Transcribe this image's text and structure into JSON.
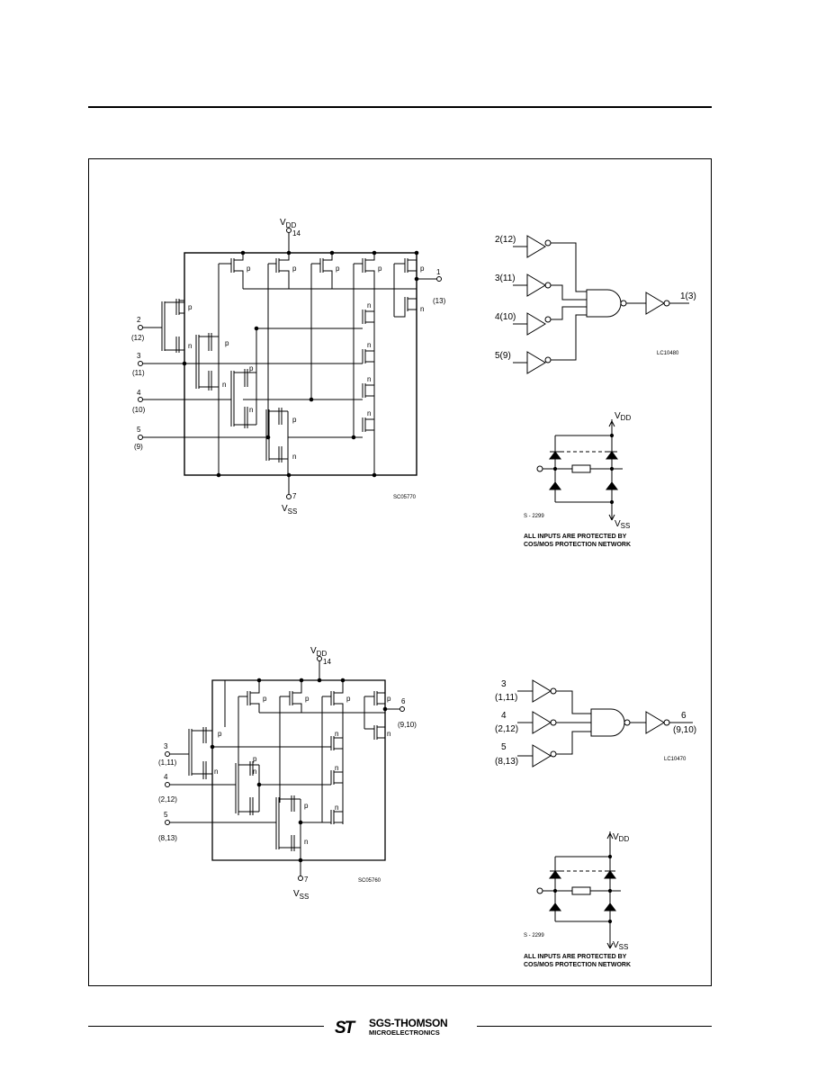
{
  "d1": {
    "vdd": "V",
    "vdd_sub": "DD",
    "vdd_pin": "14",
    "vss": "V",
    "vss_sub": "SS",
    "vss_pin": "7",
    "in1": "2",
    "in1_alt": "(12)",
    "in2": "3",
    "in2_alt": "(11)",
    "in3": "4",
    "in3_alt": "(10)",
    "in4": "5",
    "in4_alt": "(9)",
    "out": "1",
    "out_alt": "(13)",
    "code": "SC05770",
    "p": "p",
    "n": "n"
  },
  "l1": {
    "in1": "2(12)",
    "in2": "3(11)",
    "in3": "4(10)",
    "in4": "5(9)",
    "out": "1(3)",
    "code": "LC10480"
  },
  "prot1": {
    "vdd": "V",
    "vdd_sub": "DD",
    "vss": "V",
    "vss_sub": "SS",
    "code": "S - 2299",
    "line1": "ALL INPUTS ARE PROTECTED BY",
    "line2": "COS/MOS PROTECTION NETWORK"
  },
  "d2": {
    "vdd": "V",
    "vdd_sub": "DD",
    "vdd_pin": "14",
    "vss": "V",
    "vss_sub": "SS",
    "vss_pin": "7",
    "in1": "3",
    "in1_alt": "(1,11)",
    "in2": "4",
    "in2_alt": "(2,12)",
    "in3": "5",
    "in3_alt": "(8,13)",
    "out": "6",
    "out_alt": "(9,10)",
    "code": "SC05760",
    "p": "p",
    "n": "n"
  },
  "l2": {
    "in1": "3",
    "in1_alt": "(1,11)",
    "in2": "4",
    "in2_alt": "(2,12)",
    "in3": "5",
    "in3_alt": "(8,13)",
    "out": "6",
    "out_alt": "(9,10)",
    "code": "LC10470"
  },
  "prot2": {
    "vdd": "V",
    "vdd_sub": "DD",
    "vss": "V",
    "vss_sub": "SS",
    "code": "S - 2299",
    "line1": "ALL INPUTS ARE PROTECTED BY",
    "line2": "COS/MOS PROTECTION NETWORK"
  },
  "footer": {
    "brand": "SGS-THOMSON",
    "sub": "MICROELECTRONICS",
    "mark": "ST"
  }
}
